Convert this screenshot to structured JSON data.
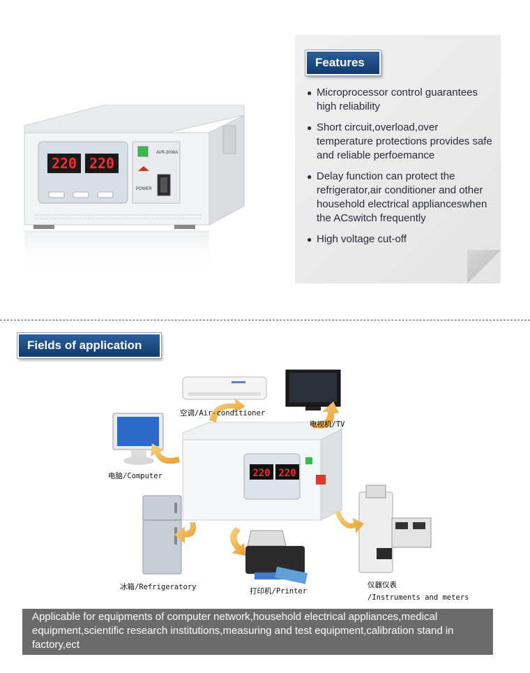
{
  "product": {
    "model": "AVR-3008A",
    "display_in": "220",
    "display_out": "220",
    "power_label": "POWER"
  },
  "features": {
    "title": "Features",
    "items": [
      "Microprocessor control guarantees high reliability",
      "Short circuit,overload,over temperature protections provides safe and reliable perfoemance",
      "Delay function can protect the refrigerator,air conditioner and other household electrical applianceswhen the ACswitch frequently",
      "High voltage cut-off"
    ]
  },
  "fields": {
    "title": "Fields of application",
    "labels": {
      "air_conditioner": "空调/Air-conditioner",
      "tv": "电视机/TV",
      "computer": "电脑/Computer",
      "refrigerator": "冰箱/Refrigeratory",
      "printer": "打印机/Printer",
      "instruments_cn": "仪器仪表",
      "instruments_en": "/Instruments and meters"
    },
    "center_display_in": "220",
    "center_display_out": "220"
  },
  "banner": {
    "text": "Applicable for equipments of computer network,household electrical appliances,medical equipment,scientific research institutions,measuring and test equipment,calibration stand in factory,ect"
  }
}
